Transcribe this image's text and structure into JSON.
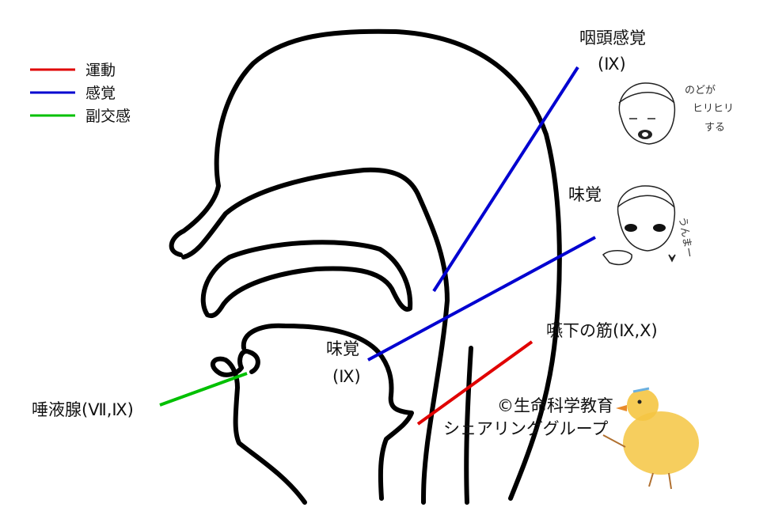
{
  "legend": [
    {
      "label": "運動",
      "color": "#e00000"
    },
    {
      "label": "感覚",
      "color": "#0000d0"
    },
    {
      "label": "副交感",
      "color": "#00c000"
    }
  ],
  "labels": {
    "pharynx_sensation": "咽頭感覚",
    "pharynx_sensation_nerve": "(Ⅸ)",
    "taste_right": "味覚",
    "taste": "味覚",
    "taste_nerve": "(Ⅸ)",
    "swallow_muscle": "嚥下の筋(Ⅸ,Ⅹ)",
    "salivary": "唾液腺(Ⅶ,Ⅸ)",
    "copyright_line1": "©生命科学教育",
    "copyright_line2": "シェアリンググループ"
  },
  "cartoon": {
    "throat_text": [
      "のどが",
      "ヒリヒリ",
      "する"
    ],
    "yummy_text": "うんまー"
  }
}
